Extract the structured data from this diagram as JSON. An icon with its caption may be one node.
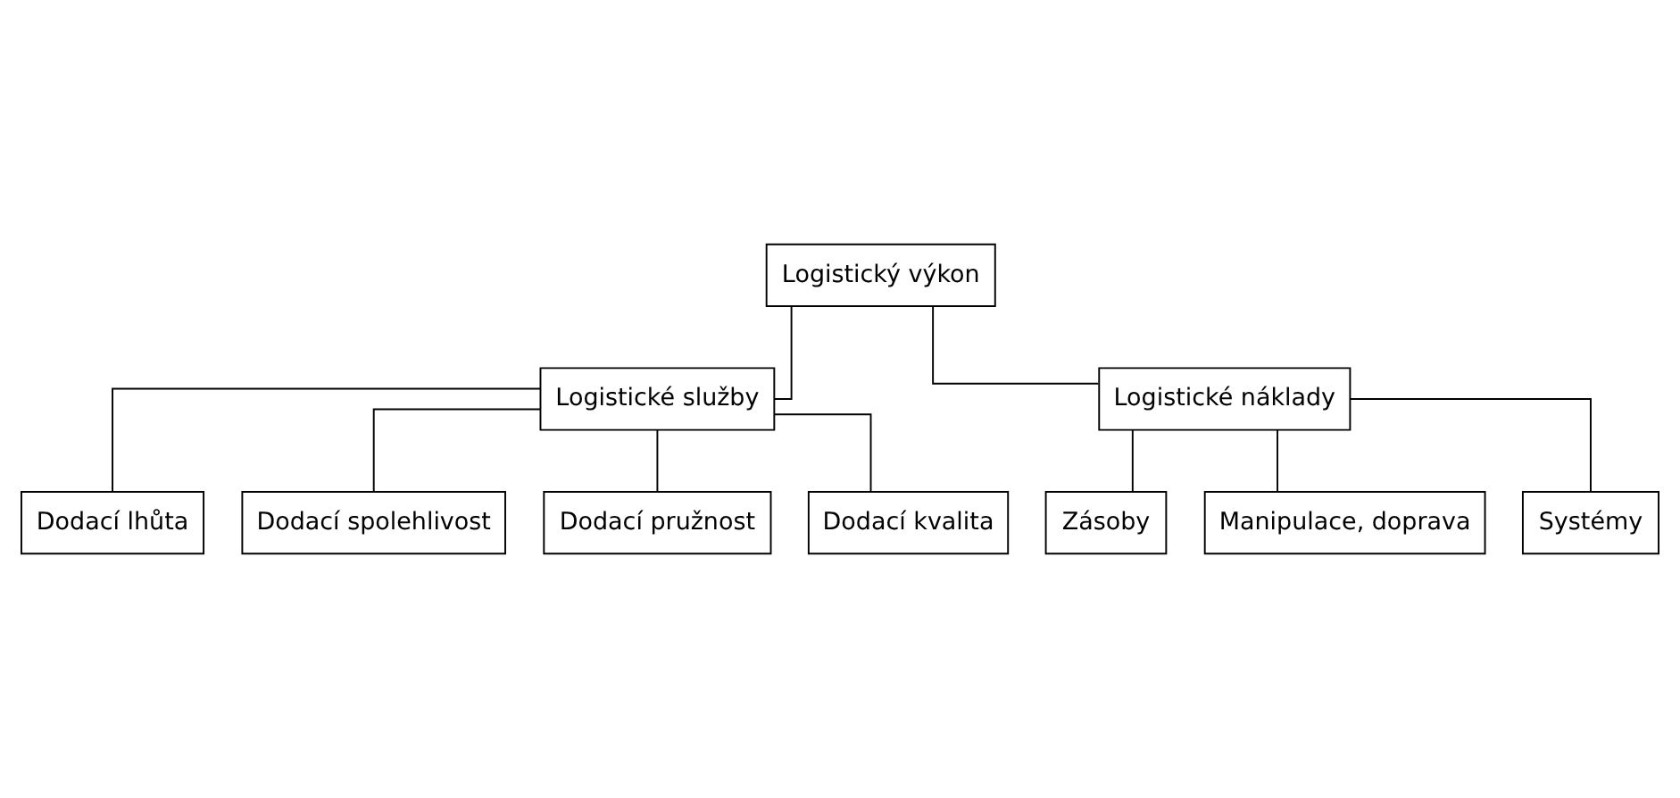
{
  "diagram": {
    "nodes": [
      {
        "text": [
          "Logistický výkon"
        ]
      },
      {
        "text": [
          "Logistické služby"
        ]
      },
      {
        "text": [
          "Logistické náklady"
        ]
      },
      {
        "text": [
          "Dodací lhůta"
        ]
      },
      {
        "text": [
          "Dodací spolehlivost"
        ]
      },
      {
        "text": [
          "Dodací pružnost"
        ]
      },
      {
        "text": [
          "Dodací kvalita"
        ]
      },
      {
        "text": [
          "Zásoby"
        ]
      },
      {
        "text": [
          "Manipulace, doprava"
        ]
      },
      {
        "text": [
          "Systémy"
        ]
      }
    ],
    "edges": [
      {
        "from": 0,
        "to": 1,
        "arrow": "none"
      },
      {
        "from": 0,
        "to": 2,
        "arrow": "none"
      },
      {
        "from": 1,
        "to": 3,
        "arrow": "none"
      },
      {
        "from": 1,
        "to": 4,
        "arrow": "none"
      },
      {
        "from": 1,
        "to": 5,
        "arrow": "none"
      },
      {
        "from": 1,
        "to": 6,
        "arrow": "none"
      },
      {
        "from": 2,
        "to": 7,
        "arrow": "none"
      },
      {
        "from": 2,
        "to": 8,
        "arrow": "none"
      },
      {
        "from": 2,
        "to": 9,
        "arrow": "none"
      }
    ]
  }
}
